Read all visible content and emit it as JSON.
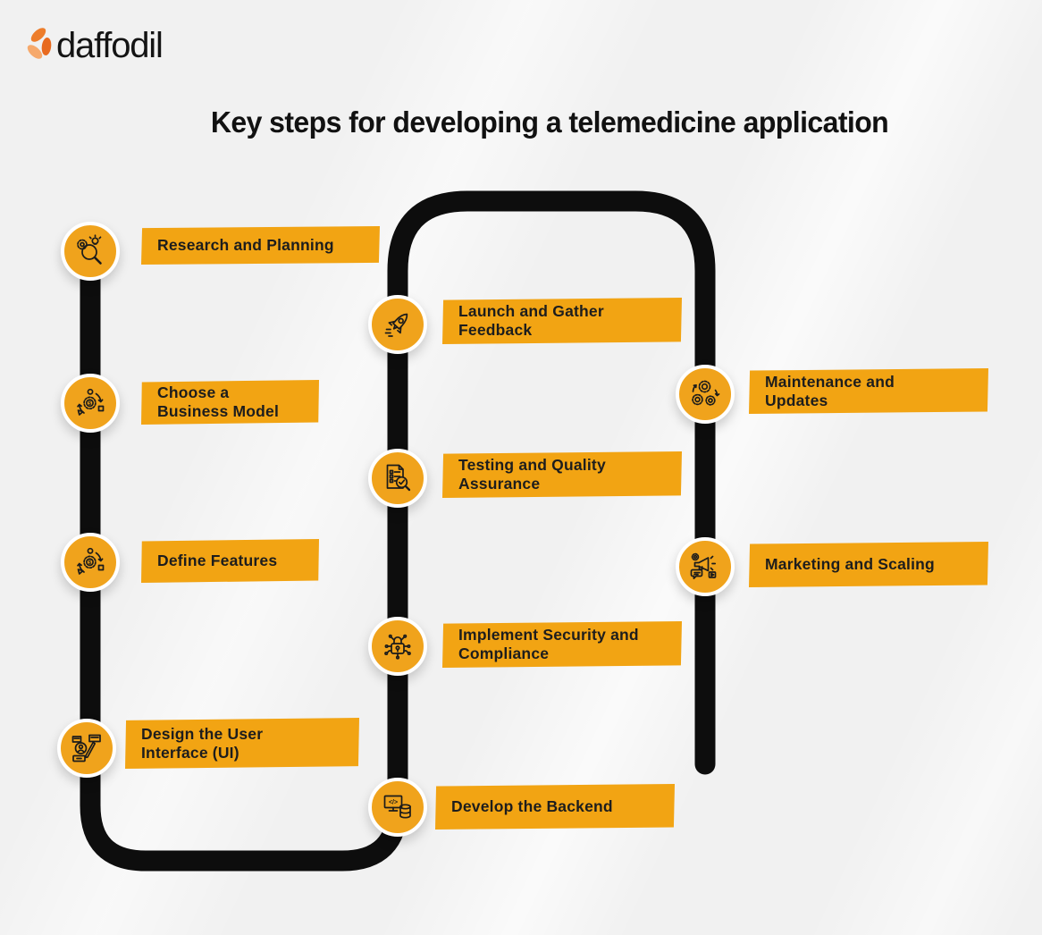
{
  "logo": {
    "text": "daffodil"
  },
  "title": "Key steps for developing a telemedicine application",
  "steps": [
    {
      "id": "research-planning",
      "icon": "research-icon",
      "lines": [
        "Research and Planning",
        ""
      ]
    },
    {
      "id": "business-model",
      "icon": "business-model-icon",
      "lines": [
        "Choose a",
        "Business Model"
      ]
    },
    {
      "id": "define-features",
      "icon": "define-features-icon",
      "lines": [
        "Define Features",
        ""
      ]
    },
    {
      "id": "design-ui",
      "icon": "design-ui-icon",
      "lines": [
        "Design the User",
        "Interface (UI)"
      ]
    },
    {
      "id": "develop-backend",
      "icon": "backend-icon",
      "lines": [
        "Develop the Backend",
        ""
      ]
    },
    {
      "id": "security-compliance",
      "icon": "security-icon",
      "lines": [
        "Implement Security and",
        "Compliance"
      ]
    },
    {
      "id": "testing-qa",
      "icon": "testing-icon",
      "lines": [
        "Testing and Quality",
        "Assurance"
      ]
    },
    {
      "id": "launch-feedback",
      "icon": "launch-icon",
      "lines": [
        "Launch and Gather",
        "Feedback"
      ]
    },
    {
      "id": "maintenance-updates",
      "icon": "maintenance-icon",
      "lines": [
        "Maintenance and",
        "Updates"
      ]
    },
    {
      "id": "marketing-scaling",
      "icon": "marketing-icon",
      "lines": [
        "Marketing and Scaling",
        ""
      ]
    }
  ],
  "icon_glyphs": {
    "code": "</>",
    "dollar": "$"
  },
  "colors": {
    "bar": "#F2A413",
    "circle": "#F0A31C",
    "circle_ring": "#FFFFFF",
    "path": "#0D0D0D",
    "background": "#F1F1F1",
    "text": "#1D1D1D",
    "logo_petal_dark": "#E86A1F",
    "logo_petal_mid": "#ED7D2B",
    "logo_petal_light": "#F6A96C"
  }
}
